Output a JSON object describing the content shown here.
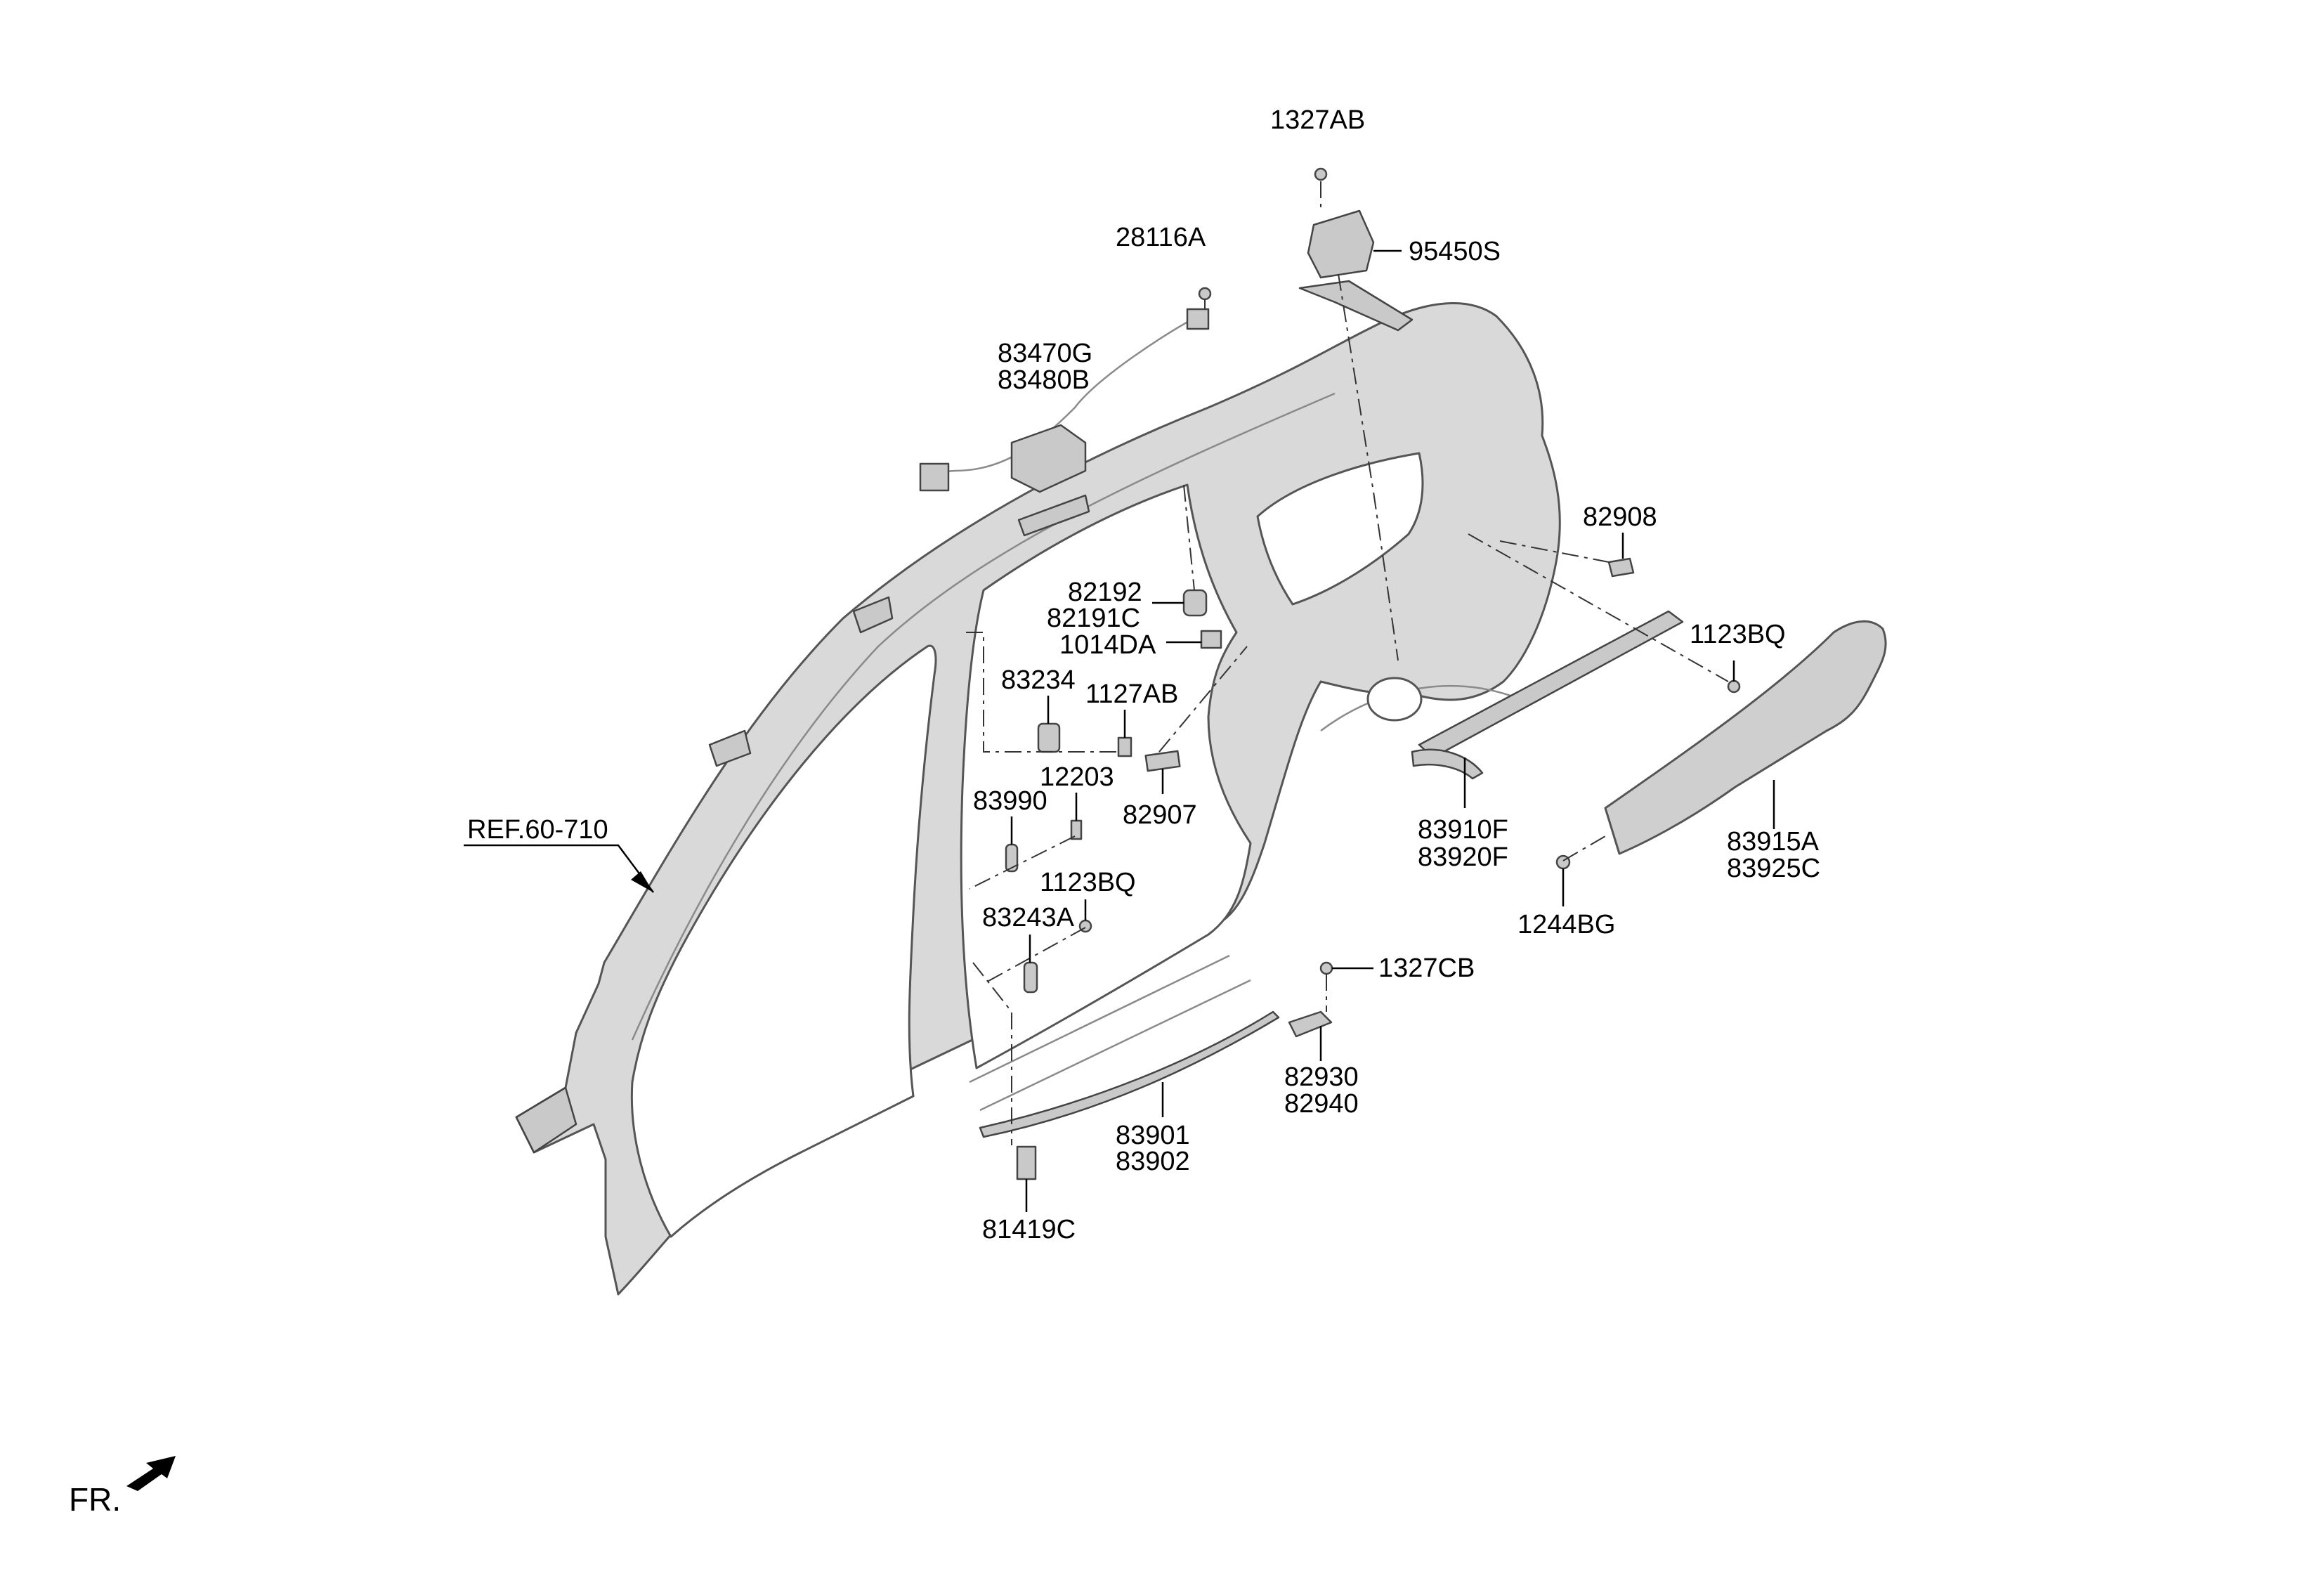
{
  "labels": {
    "l_1327AB": "1327AB",
    "l_95450S": "95450S",
    "l_28116A": "28116A",
    "l_83470G": "83470G",
    "l_83480B": "83480B",
    "l_82908": "82908",
    "l_82192": "82192",
    "l_82191C": "82191C",
    "l_1014DA": "1014DA",
    "l_1123BQ_r": "1123BQ",
    "l_83234": "83234",
    "l_1127AB": "1127AB",
    "l_12203": "12203",
    "l_82907": "82907",
    "l_83990": "83990",
    "l_83910F": "83910F",
    "l_83920F": "83920F",
    "l_83915A": "83915A",
    "l_83925C": "83925C",
    "l_REF": "REF.60-710",
    "l_1123BQ_c": "1123BQ",
    "l_83243A": "83243A",
    "l_1244BG": "1244BG",
    "l_1327CB": "1327CB",
    "l_82930": "82930",
    "l_82940": "82940",
    "l_83901": "83901",
    "l_83902": "83902",
    "l_81419C": "81419C",
    "l_FR": "FR."
  },
  "colors": {
    "panel": "#d9d9d9",
    "outline": "#555555",
    "text": "#000000"
  }
}
